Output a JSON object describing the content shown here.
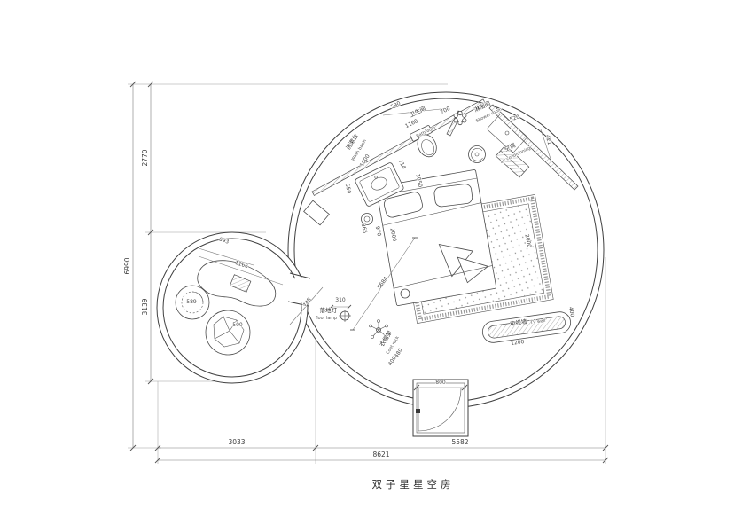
{
  "title": "双子星星空房",
  "dims": {
    "total_height": "6990",
    "upper_height": "2770",
    "lower_height": "3139",
    "bottom_left": "3033",
    "bottom_right": "5582",
    "total_width": "8621",
    "d590": "590",
    "d1160": "1160",
    "d700": "700",
    "d520": "520",
    "d421": "421",
    "d714": "714",
    "d1000": "1000",
    "d1050": "1050",
    "d550": "550",
    "d365": "365",
    "d970": "970",
    "d2000a": "2000",
    "d2000b": "2000",
    "d5684": "5684",
    "d745": "745",
    "d693": "693",
    "d1166": "1166",
    "d589": "589",
    "d500": "500",
    "d310": "310",
    "d480": "480",
    "d400a": "400",
    "d800": "800",
    "d1200": "1200",
    "d400b": "400"
  },
  "labels": {
    "wash_basin": {
      "cn": "洗漱台",
      "en": "Wash basin"
    },
    "bathroom": {
      "cn": "卫生间",
      "en": "Bathroom"
    },
    "shower": {
      "cn": "淋浴间",
      "en": "Shower room"
    },
    "ac": {
      "cn": "空调",
      "en": "air conditioning"
    },
    "floor_lamp": {
      "cn": "落地灯",
      "en": "floor lamp"
    },
    "coat_rack": {
      "cn": "衣帽架",
      "en": "Coat rack"
    },
    "tv_wall": {
      "cn": "电视墙",
      "en": "TV wall"
    }
  },
  "colors": {
    "line": "#3f3f3f",
    "dim": "#7a7a7a",
    "background": "#ffffff"
  }
}
